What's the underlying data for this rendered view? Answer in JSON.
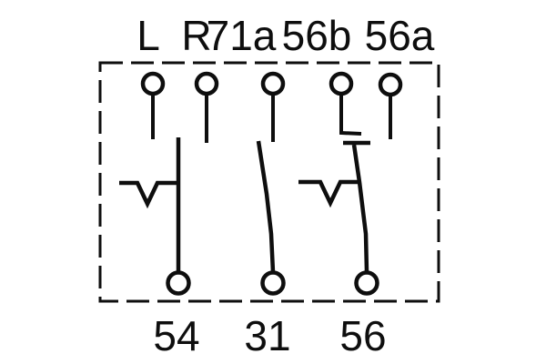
{
  "diagram": {
    "type": "switch-wiring-diagram",
    "top_terminals": [
      {
        "id": "L",
        "label": "L"
      },
      {
        "id": "R",
        "label": "R"
      },
      {
        "id": "71a",
        "label": "71a"
      },
      {
        "id": "56b",
        "label": "56b"
      },
      {
        "id": "56a",
        "label": "56a"
      }
    ],
    "bottom_terminals": [
      {
        "id": "54",
        "label": "54"
      },
      {
        "id": "31",
        "label": "31"
      },
      {
        "id": "56",
        "label": "56"
      }
    ],
    "colors": {
      "line": "#0e0e0e",
      "background": "#ffffff"
    }
  }
}
